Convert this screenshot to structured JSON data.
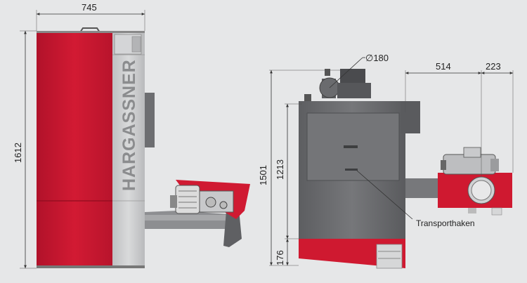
{
  "dimensions": {
    "width_left": "745",
    "height_left": "1612",
    "height_right": "1501",
    "height_mid": "1213",
    "height_bottom": "176",
    "diameter": "∅180",
    "offset_right": "514",
    "offset_far": "223"
  },
  "labels": {
    "brand": "HARGASSNER",
    "transport": "Transporthaken"
  },
  "colors": {
    "red": "#c5172c",
    "grey": "#6d6e71",
    "background": "#e6e7e8"
  }
}
